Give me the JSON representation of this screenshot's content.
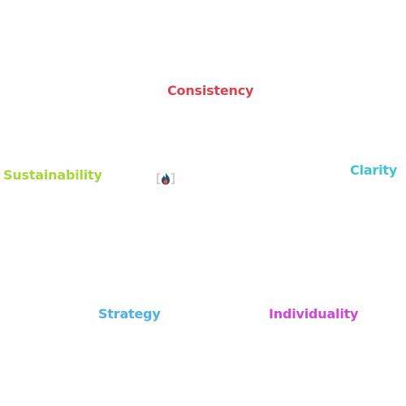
{
  "diagram": {
    "nodes": [
      {
        "id": "consistency",
        "label": "Consistency",
        "color": "#d94452"
      },
      {
        "id": "sustainability",
        "label": "Sustainability",
        "color": "#a6d63c"
      },
      {
        "id": "clarity",
        "label": "Clarity",
        "color": "#3ec6d0"
      },
      {
        "id": "strategy",
        "label": "Strategy",
        "color": "#4fb0e6"
      },
      {
        "id": "individuality",
        "label": "Individuality",
        "color": "#cf47d6"
      }
    ],
    "logo": {
      "icon": "flame-logo-icon",
      "colors": [
        "#c8c8c8",
        "#1f4f7a",
        "#e05a2b"
      ]
    }
  }
}
